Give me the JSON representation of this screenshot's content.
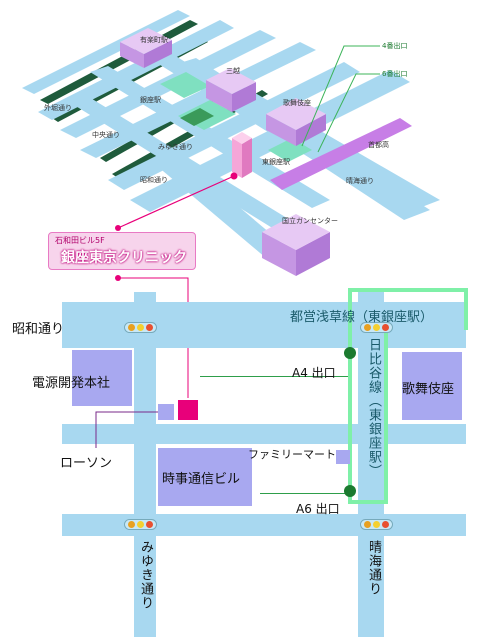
{
  "iso_map": {
    "labels": {
      "yurakucho": "有楽町駅",
      "mitsukoshi": "三越",
      "ginza_station": "銀座駅",
      "kabukiza": "歌舞伎座",
      "sotobori": "外堀通り",
      "chuo": "中央通り",
      "miyuki": "みゆき通り",
      "showa": "昭和通り",
      "higashiginza": "東銀座駅",
      "shutoko": "首都高",
      "harumi": "晴海通り",
      "national_cancer": "国立ガンセンター",
      "exit4": "4番出口",
      "exit6": "6番出口"
    },
    "clinic_sub": "石和田ビル5F",
    "clinic_name": "銀座東京クリニック"
  },
  "detail_map": {
    "showa_dori": "昭和通り",
    "toei_asakusa": "都営浅草線（東銀座駅）",
    "hibiya_line": "日比谷線（東銀座駅）",
    "exit_a4": "A4 出口",
    "exit_a6": "A6 出口",
    "dengen": "電源開発本社",
    "lawson": "ローソン",
    "kabukiza": "歌舞伎座",
    "familymart": "ファミリーマート",
    "jiji": "時事通信ビル",
    "miyuki": "みゆき通り",
    "harumi": "晴海通り"
  },
  "colors": {
    "road": "#a8d8f0",
    "building": "#a8a8f0",
    "clinic": "#e8007a",
    "subway_green": "#2e9e4a",
    "station_halo": "#7ff0a8"
  }
}
